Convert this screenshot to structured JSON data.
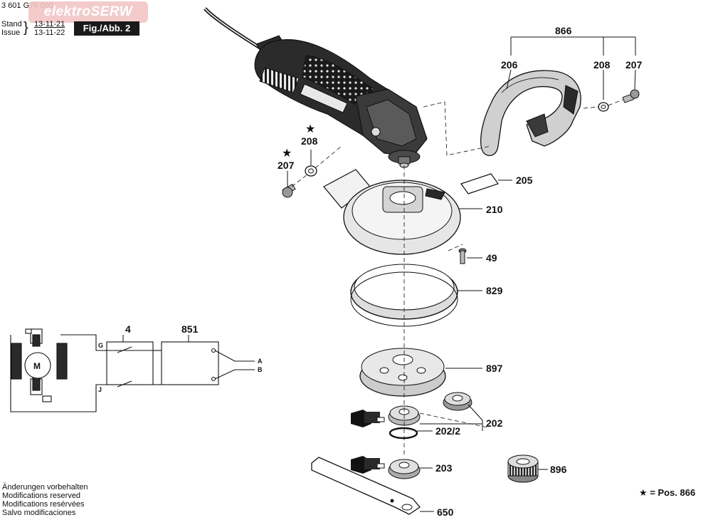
{
  "header": {
    "doc_number": "3 601 G76 000",
    "stand_label": "Stand",
    "issue_label": "Issue",
    "stand_date": "13-11-21",
    "issue_date": "13-11-22",
    "figure_label": "Fig./Abb. 2",
    "watermark": "elektroSERW"
  },
  "callouts": {
    "866": "866",
    "206": "206",
    "208": "208",
    "207": "207",
    "208_star": "208",
    "207_star": "207",
    "205": "205",
    "210": "210",
    "49": "49",
    "829": "829",
    "897": "897",
    "202": "202",
    "202_2": "202/2",
    "203": "203",
    "896": "896",
    "650": "650",
    "4": "4",
    "851": "851"
  },
  "wiring": {
    "motor_label": "M",
    "terminal_g": "G",
    "terminal_j": "J",
    "output_a": "A",
    "output_b": "B"
  },
  "footer": {
    "lines": [
      "Änderungen vorbehalten",
      "Modifications reserved",
      "Modifications resérvées",
      "Salvo modificaciones"
    ]
  },
  "legend": {
    "symbol": "★",
    "text": "= Pos. 866"
  },
  "colors": {
    "ink": "#111111",
    "part_gray": "#d9d9d9",
    "dark_part": "#2a2a2a",
    "watermark_bg": "#f2c6c6"
  }
}
